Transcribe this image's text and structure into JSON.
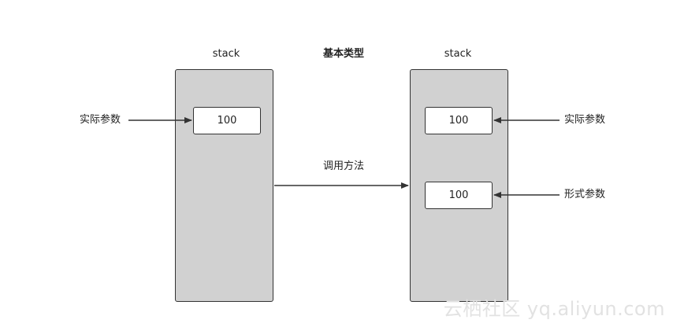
{
  "title": "基本类型",
  "left_stack": {
    "label": "stack",
    "cell_value": "100"
  },
  "right_stack": {
    "label": "stack",
    "cell_top_value": "100",
    "cell_bottom_value": "100"
  },
  "labels": {
    "left_actual_param": "实际参数",
    "right_actual_param": "实际参数",
    "formal_param": "形式参数",
    "call_method": "调用方法"
  },
  "watermark": "云栖社区 yq.aliyun.com",
  "colors": {
    "stack_fill": "#d1d1d1",
    "stroke": "#333333",
    "text": "#222222"
  }
}
